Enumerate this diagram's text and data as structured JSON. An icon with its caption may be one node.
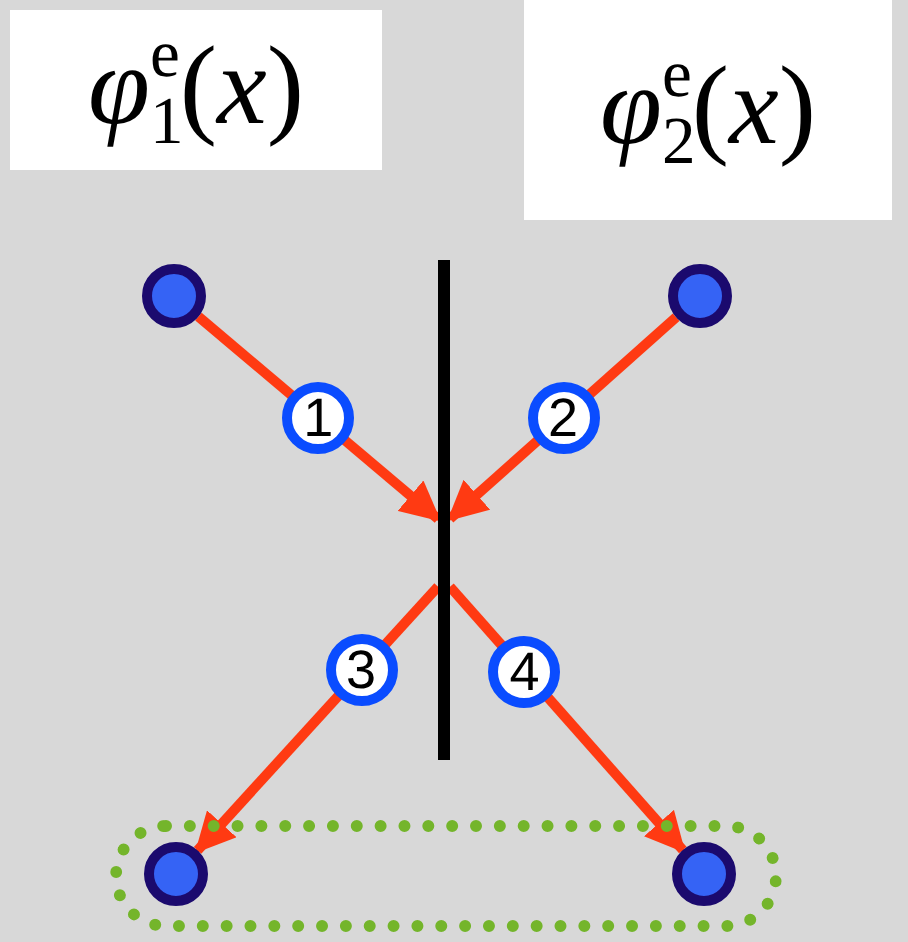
{
  "diagram": {
    "nodes": [
      {
        "text": [
          "*φ*$_{1}$$^{e}$(*x*)"
        ]
      },
      {
        "text": [
          "*φ*$_{2}$$^{e}$(*x*)"
        ]
      },
      {
        "text": [],
        "shape": "circle"
      },
      {
        "text": [],
        "shape": "circle"
      },
      {
        "text": [],
        "shape": "bar"
      },
      {
        "text": [],
        "shape": "box"
      },
      {
        "text": [],
        "shape": "circle",
        "in": 5
      },
      {
        "text": [],
        "shape": "circle",
        "in": 5
      }
    ],
    "edges": [
      {
        "from": 2,
        "to": 4,
        "arrow": "to",
        "label": "1"
      },
      {
        "from": 3,
        "to": 4,
        "arrow": "to",
        "label": "2"
      },
      {
        "from": 4,
        "to": 6,
        "arrow": "to",
        "label": "3"
      },
      {
        "from": 4,
        "to": 7,
        "arrow": "to",
        "label": "4"
      }
    ]
  }
}
